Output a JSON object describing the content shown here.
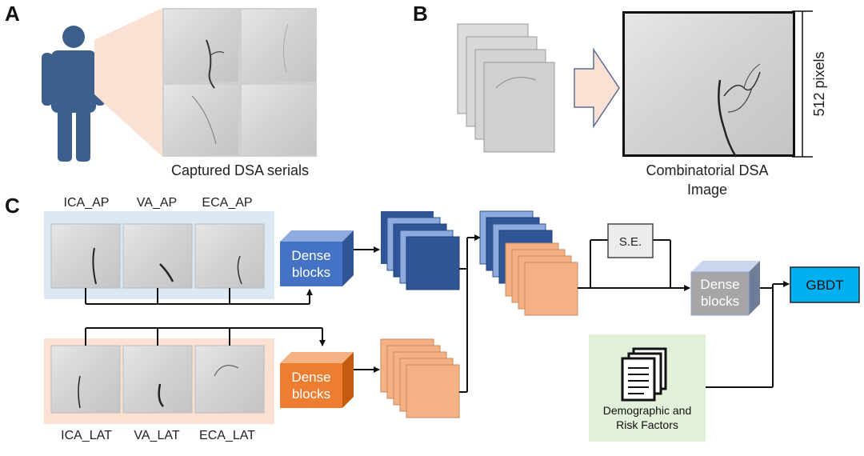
{
  "panels": {
    "a": "A",
    "b": "B",
    "c": "C"
  },
  "panel_a": {
    "caption": "Captured DSA serials"
  },
  "panel_b": {
    "caption_line1": "Combinatorial DSA",
    "caption_line2": "Image",
    "dimension_label": "512 pixels"
  },
  "panel_c": {
    "ap_labels": [
      "ICA_AP",
      "VA_AP",
      "ECA_AP"
    ],
    "lat_labels": [
      "ICA_LAT",
      "VA_LAT",
      "ECA_LAT"
    ],
    "dense_blue_line1": "Dense",
    "dense_blue_line2": "blocks",
    "dense_orange_line1": "Dense",
    "dense_orange_line2": "blocks",
    "dense_gray_line1": "Dense",
    "dense_gray_line2": "blocks",
    "se_label": "S.E.",
    "gbdt_label": "GBDT",
    "risk_line1": "Demographic and",
    "risk_line2": "Risk Factors"
  },
  "colors": {
    "person": "#3d5f8c",
    "ap_bg": "#dce9f5",
    "lat_bg": "#fbe1d3",
    "blue_dark": "#2f5597",
    "blue_light": "#8faadc",
    "orange": "#f4b183",
    "dense_orange": "#ed7d31",
    "gbdt": "#00b0f0",
    "risk_bg": "#e2efd9",
    "gray": "#a6a6a6"
  }
}
